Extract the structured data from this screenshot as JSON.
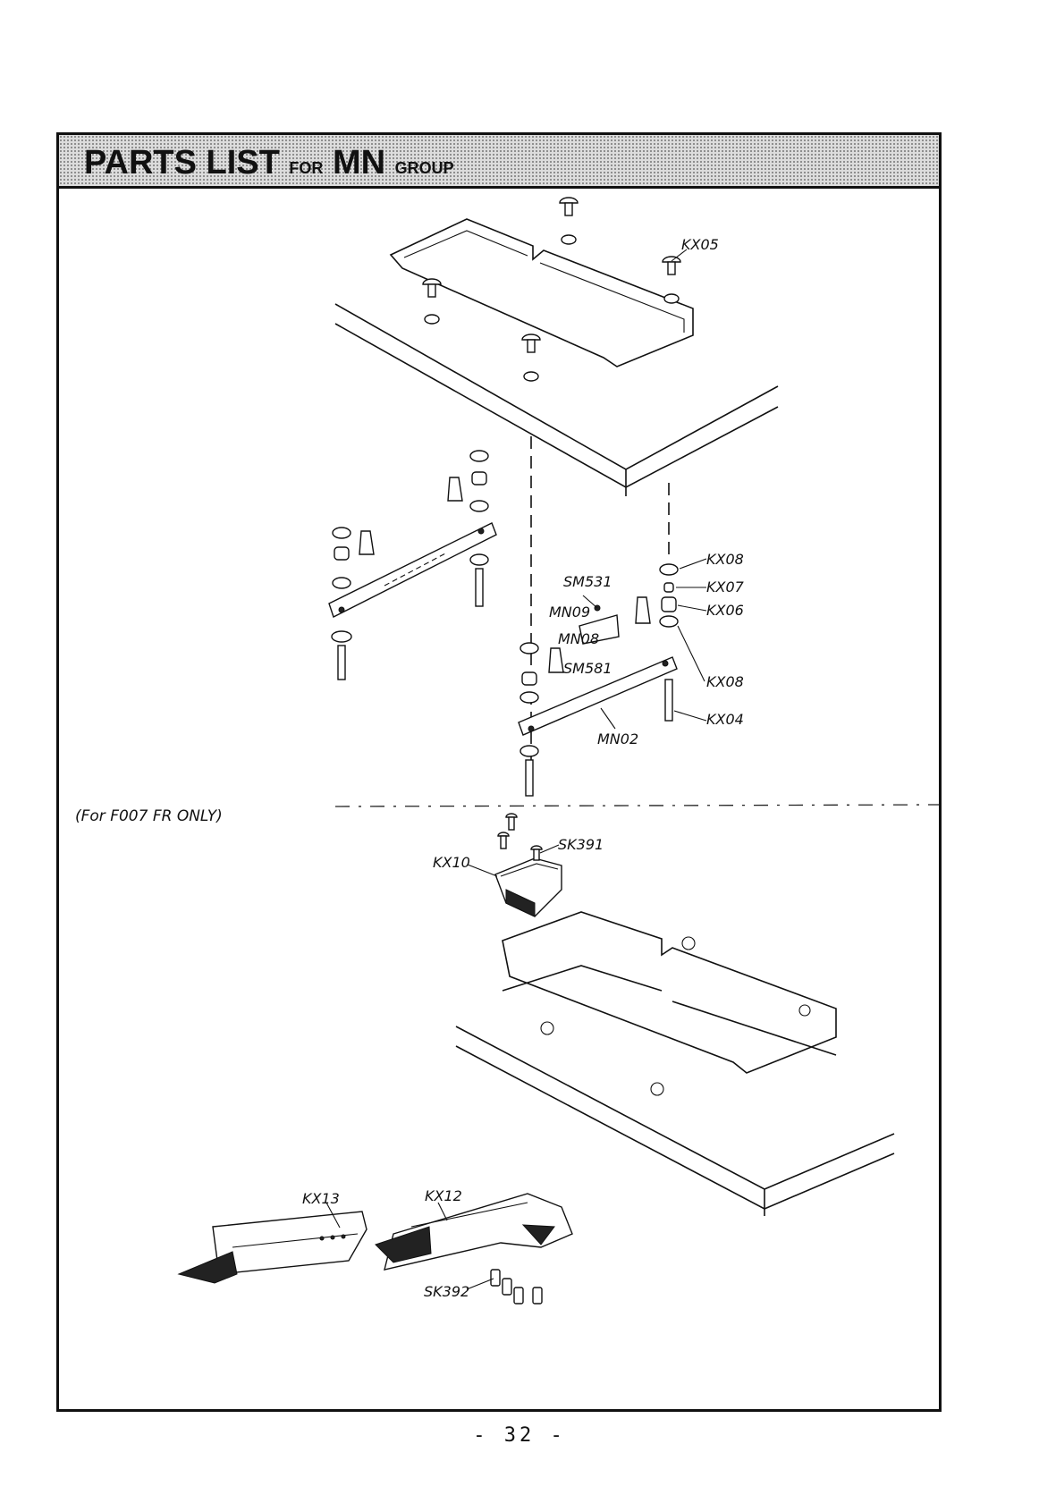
{
  "header": {
    "title_main": "PARTS LIST",
    "title_for": "FOR",
    "title_group_name": "MN",
    "title_group": "GROUP"
  },
  "note": "(For  F007  FR  ONLY)",
  "callouts": {
    "kx05": "KX05",
    "kx08_top": "KX08",
    "kx07": "KX07",
    "kx06": "KX06",
    "kx08_bottom": "KX08",
    "kx04": "KX04",
    "sm531": "SM531",
    "mn09": "MN09",
    "mn08": "MN08",
    "sm581": "SM581",
    "mn02": "MN02",
    "sk391": "SK391",
    "kx10": "KX10",
    "kx13": "KX13",
    "kx12": "KX12",
    "sk392": "SK392"
  },
  "footer": {
    "page_number": "- 32 -"
  }
}
